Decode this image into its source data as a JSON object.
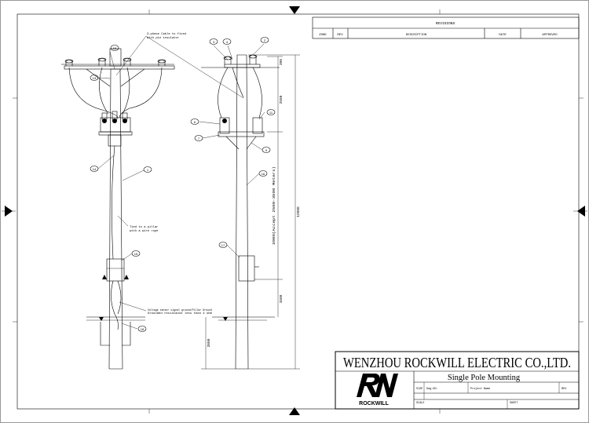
{
  "revision_table": {
    "title": "REVISIONS",
    "headers": [
      "ZONE",
      "REV",
      "DESCRIPTION",
      "DATE",
      "APPROVED"
    ]
  },
  "title_block": {
    "company": "WENZHOU ROCKWILL ELECTRIC CO.,LTD.",
    "drawing_title": "Single Pole Mounting",
    "logo_text": "ROCKWILL",
    "fields": {
      "size": "SIZE",
      "dwg_no": "Dwg.NO.",
      "project": "Project Name",
      "rev": "REV",
      "scale": "SCALE",
      "sheet": "SHEET"
    }
  },
  "annotations": {
    "cable_note": [
      "3-phase Cable to fixed",
      "with pin insulator"
    ],
    "pillar_note": [
      "Tied to a pillar",
      "with a wire rope"
    ],
    "ground_note": [
      "Voltage sensor signal ground/Pillar Ground",
      "Grounded resistance less than 4 ohm"
    ]
  },
  "dimensions": {
    "d300": "300",
    "d2500": "2500",
    "d12000": "12000",
    "d1500": "1500",
    "d2000": "2000",
    "vertical_note": "3000(Accept 2500-3500 Meters)"
  },
  "callouts": {
    "c1": "1",
    "c2": "2",
    "c3": "3",
    "c4": "4",
    "c6": "6",
    "c7": "7",
    "c9": "9",
    "c10": "10",
    "c11": "11",
    "c13": "13",
    "c14": "14",
    "c15": "15",
    "c16": "16",
    "c17": "17",
    "c18": "18"
  }
}
